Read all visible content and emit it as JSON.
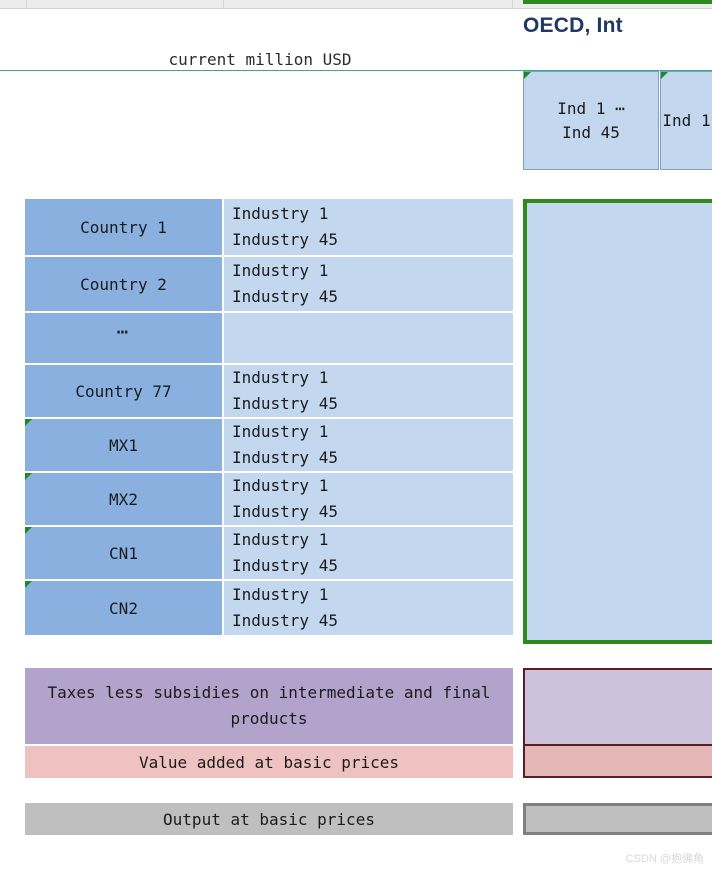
{
  "title": "OECD, Int",
  "units_caption": "current million USD",
  "colors": {
    "title": "#1f3864",
    "country_cell": "#8ab0e0",
    "industry_cell": "#c3d7ee",
    "matrix_border_green": "#2f8a1e",
    "taxes": "#b3a2cc",
    "value_added": "#efc2c2",
    "output": "#bfbfbf",
    "taxes_box_border": "#5b1f23",
    "teal_rule": "#3aa98c"
  },
  "column_headers": [
    {
      "line1": "Ind 1 ⋯",
      "line2": "Ind 45",
      "marker": "comment-marker-icon"
    },
    {
      "line1": "Ind 1",
      "line2": "",
      "marker": "comment-marker-icon"
    }
  ],
  "rows": [
    {
      "country": "Country 1",
      "industries": [
        "Industry 1",
        "Industry 45"
      ],
      "marker": false
    },
    {
      "country": "Country 2",
      "industries": [
        "Industry 1",
        "Industry 45"
      ],
      "marker": false
    },
    {
      "country": "⋯",
      "industries": [],
      "marker": false,
      "ellipsis": true
    },
    {
      "country": "Country 77",
      "industries": [
        "Industry 1",
        "Industry 45"
      ],
      "marker": false
    },
    {
      "country": "MX1",
      "industries": [
        "Industry 1",
        "Industry 45"
      ],
      "marker": true
    },
    {
      "country": "MX2",
      "industries": [
        "Industry 1",
        "Industry 45"
      ],
      "marker": true
    },
    {
      "country": "CN1",
      "industries": [
        "Industry 1",
        "Industry 45"
      ],
      "marker": true
    },
    {
      "country": "CN2",
      "industries": [
        "Industry 1",
        "Industry 45"
      ],
      "marker": true
    }
  ],
  "summary_rows": {
    "taxes": "Taxes less subsidies on intermediate and final products",
    "value_added": "Value added at basic prices",
    "output": "Output at basic prices"
  },
  "watermark": "CSDN @抱佛角"
}
